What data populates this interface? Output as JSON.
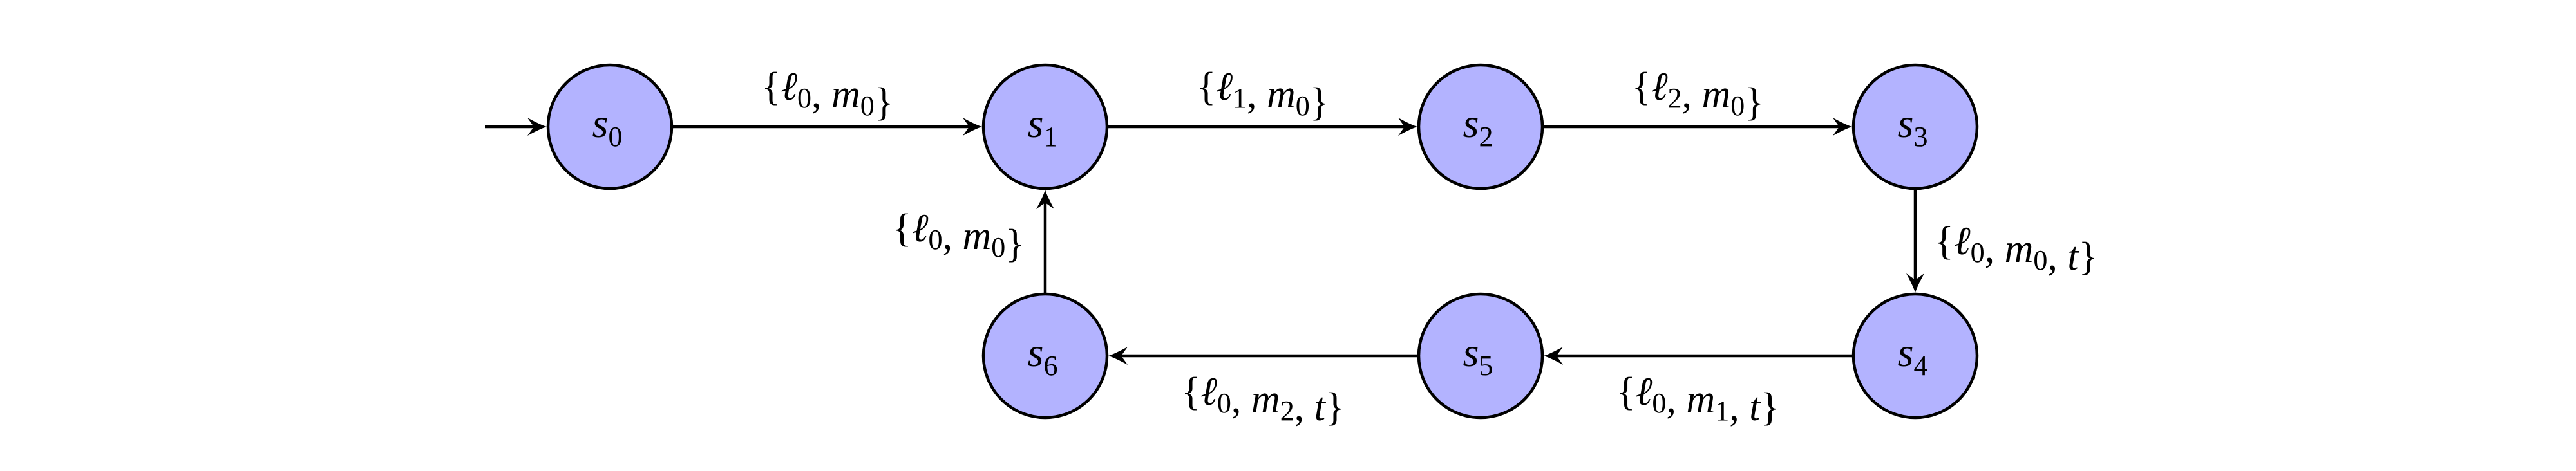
{
  "diagram": {
    "type": "state-transition-graph",
    "colors": {
      "node_fill": "#B3B3FF",
      "node_stroke": "#000000",
      "edge_stroke": "#000000",
      "background": "#FFFFFF"
    },
    "initial_state": "s0",
    "states": [
      {
        "id": "s0",
        "name": "s",
        "sub": "0",
        "grid": [
          0,
          0
        ]
      },
      {
        "id": "s1",
        "name": "s",
        "sub": "1",
        "grid": [
          1,
          0
        ]
      },
      {
        "id": "s2",
        "name": "s",
        "sub": "2",
        "grid": [
          2,
          0
        ]
      },
      {
        "id": "s3",
        "name": "s",
        "sub": "3",
        "grid": [
          3,
          0
        ]
      },
      {
        "id": "s4",
        "name": "s",
        "sub": "4",
        "grid": [
          3,
          1
        ]
      },
      {
        "id": "s5",
        "name": "s",
        "sub": "5",
        "grid": [
          2,
          1
        ]
      },
      {
        "id": "s6",
        "name": "s",
        "sub": "6",
        "grid": [
          1,
          1
        ]
      }
    ],
    "transitions": [
      {
        "from": "s0",
        "to": "s1",
        "label_side": "above",
        "label": [
          {
            "v": "ℓ",
            "s": "0"
          },
          {
            "v": "m",
            "s": "0"
          }
        ]
      },
      {
        "from": "s1",
        "to": "s2",
        "label_side": "above",
        "label": [
          {
            "v": "ℓ",
            "s": "1"
          },
          {
            "v": "m",
            "s": "0"
          }
        ]
      },
      {
        "from": "s2",
        "to": "s3",
        "label_side": "above",
        "label": [
          {
            "v": "ℓ",
            "s": "2"
          },
          {
            "v": "m",
            "s": "0"
          }
        ]
      },
      {
        "from": "s3",
        "to": "s4",
        "label_side": "right",
        "label": [
          {
            "v": "ℓ",
            "s": "0"
          },
          {
            "v": "m",
            "s": "0"
          },
          {
            "v": "t",
            "s": ""
          }
        ]
      },
      {
        "from": "s4",
        "to": "s5",
        "label_side": "below",
        "label": [
          {
            "v": "ℓ",
            "s": "0"
          },
          {
            "v": "m",
            "s": "1"
          },
          {
            "v": "t",
            "s": ""
          }
        ]
      },
      {
        "from": "s5",
        "to": "s6",
        "label_side": "below",
        "label": [
          {
            "v": "ℓ",
            "s": "0"
          },
          {
            "v": "m",
            "s": "2"
          },
          {
            "v": "t",
            "s": ""
          }
        ]
      },
      {
        "from": "s6",
        "to": "s1",
        "label_side": "left",
        "label": [
          {
            "v": "ℓ",
            "s": "0"
          },
          {
            "v": "m",
            "s": "0"
          }
        ]
      }
    ]
  }
}
